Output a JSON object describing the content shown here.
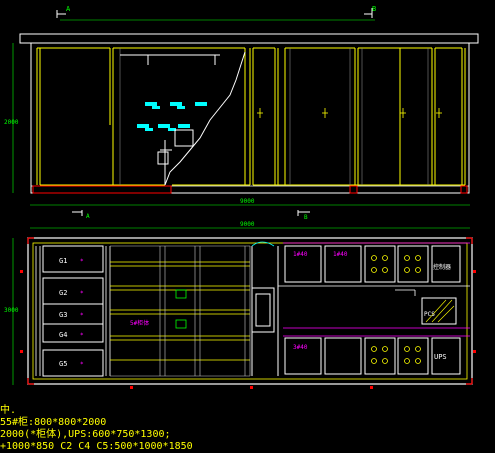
{
  "section_marks": {
    "a": "A",
    "b": "B"
  },
  "dims": {
    "elev_height": "2000",
    "elev_width": "9000",
    "plan_width": "9000",
    "plan_height": "3000"
  },
  "cabinets": [
    "G1",
    "G2",
    "G3",
    "G4",
    "G5"
  ],
  "labels": {
    "rack_a": "1#40",
    "rack_b": "1#40",
    "rack_c": "3#40",
    "batt": "5#柜体",
    "controller": "控制器",
    "pcs": "PCS",
    "ups": "UPS"
  },
  "notes": [
    "中.",
    "55#柜:800*800*2000",
    "2000(*柜体),UPS:600*750*1300;",
    "+1000*850 C2 C4 C5:500*1000*1850"
  ],
  "colors": {
    "outline": "#ffffff",
    "wall": "#ffff00",
    "rack": "#ff00ff",
    "duct": "#00ffff",
    "dim": "#00ff00",
    "accent": "#ff0000"
  }
}
